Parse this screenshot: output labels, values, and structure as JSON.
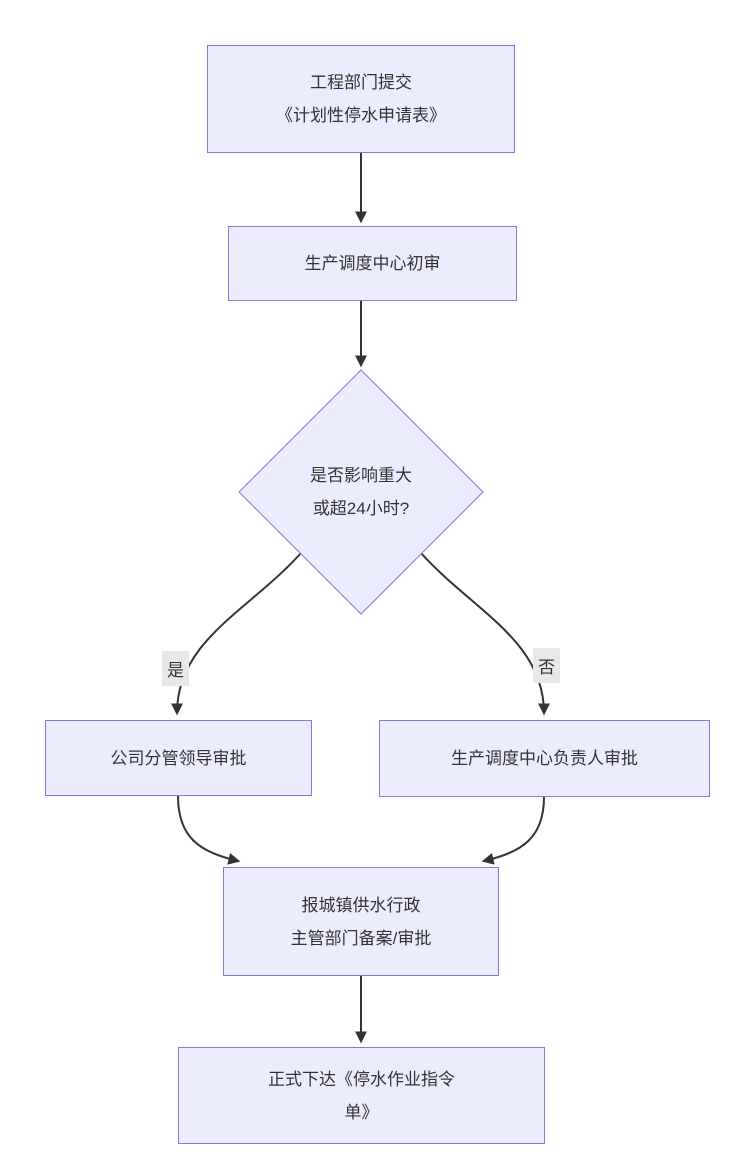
{
  "diagram": {
    "type": "flowchart",
    "direction": "top-down",
    "nodes": [
      {
        "id": "submit",
        "shape": "rect",
        "lines": [
          "工程部门提交",
          "《计划性停水申请表》"
        ]
      },
      {
        "id": "initial-review",
        "shape": "rect",
        "lines": [
          "生产调度中心初审"
        ]
      },
      {
        "id": "decision",
        "shape": "diamond",
        "lines": [
          "是否影响重大",
          "或超24小时?"
        ]
      },
      {
        "id": "leader-approval",
        "shape": "rect",
        "lines": [
          "公司分管领导审批"
        ]
      },
      {
        "id": "center-head-approval",
        "shape": "rect",
        "lines": [
          "生产调度中心负责人审批"
        ]
      },
      {
        "id": "gov-filing",
        "shape": "rect",
        "lines": [
          "报城镇供水行政",
          "主管部门备案/审批"
        ]
      },
      {
        "id": "issue-order",
        "shape": "rect",
        "lines": [
          "正式下达《停水作业指令",
          "单》"
        ]
      }
    ],
    "edges": [
      {
        "from": "submit",
        "to": "initial-review"
      },
      {
        "from": "initial-review",
        "to": "decision"
      },
      {
        "from": "decision",
        "to": "leader-approval",
        "label": "是"
      },
      {
        "from": "decision",
        "to": "center-head-approval",
        "label": "否"
      },
      {
        "from": "leader-approval",
        "to": "gov-filing"
      },
      {
        "from": "center-head-approval",
        "to": "gov-filing"
      },
      {
        "from": "gov-filing",
        "to": "issue-order"
      }
    ],
    "colors": {
      "node_fill": "#ECECFF",
      "node_border": "#9370DB",
      "edge": "#333333",
      "edge_label_bg": "#e8e8e8",
      "text": "#333333",
      "background": "#ffffff"
    }
  }
}
